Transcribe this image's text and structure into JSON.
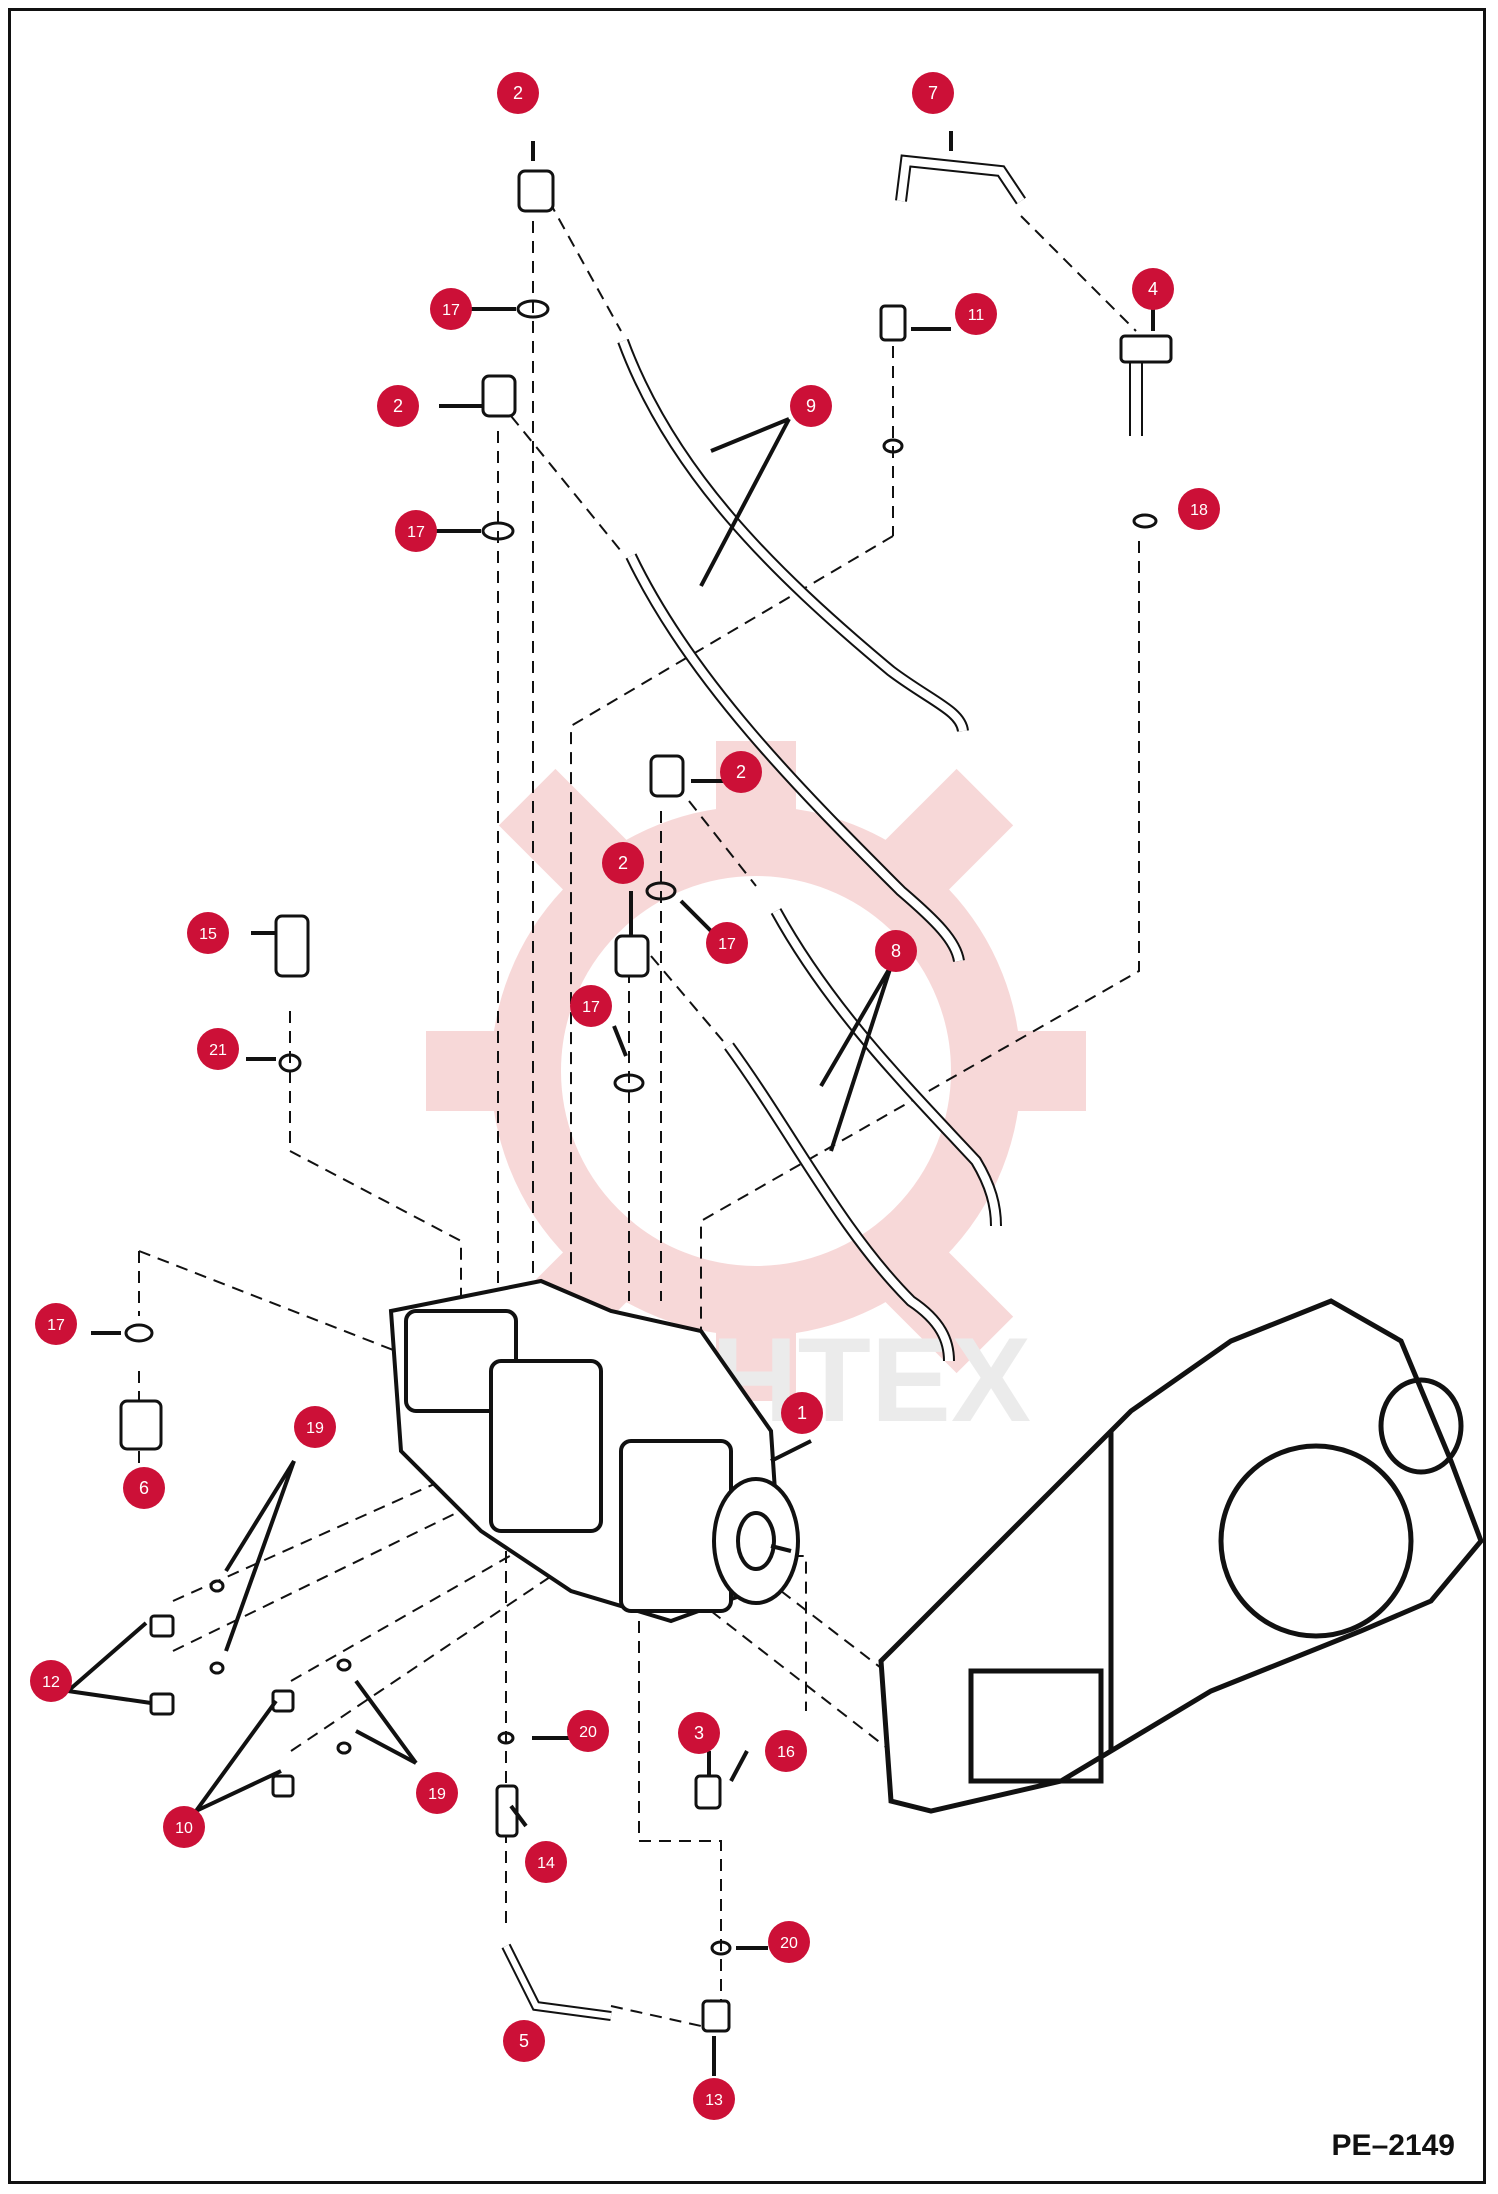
{
  "diagram": {
    "page_code": "PE–2149",
    "watermark": "MHTEX",
    "colors": {
      "callout": "#cc1037",
      "callout_text": "#ffffff",
      "line": "#111111",
      "watermark": "#f3c6c6"
    },
    "callouts": [
      {
        "id": "c2a",
        "label": "2"
      },
      {
        "id": "c7",
        "label": "7"
      },
      {
        "id": "c17a",
        "label": "17"
      },
      {
        "id": "c11",
        "label": "11"
      },
      {
        "id": "c4",
        "label": "4"
      },
      {
        "id": "c9",
        "label": "9"
      },
      {
        "id": "c2b",
        "label": "2"
      },
      {
        "id": "c17b",
        "label": "17"
      },
      {
        "id": "c18",
        "label": "18"
      },
      {
        "id": "c2c",
        "label": "2"
      },
      {
        "id": "c2d",
        "label": "2"
      },
      {
        "id": "c17c",
        "label": "17"
      },
      {
        "id": "c8",
        "label": "8"
      },
      {
        "id": "c15",
        "label": "15"
      },
      {
        "id": "c17d",
        "label": "17"
      },
      {
        "id": "c21",
        "label": "21"
      },
      {
        "id": "c17e",
        "label": "17"
      },
      {
        "id": "c1",
        "label": "1"
      },
      {
        "id": "c19a",
        "label": "19"
      },
      {
        "id": "c6",
        "label": "6"
      },
      {
        "id": "c12",
        "label": "12"
      },
      {
        "id": "c20a",
        "label": "20"
      },
      {
        "id": "c3",
        "label": "3"
      },
      {
        "id": "c16",
        "label": "16"
      },
      {
        "id": "c19b",
        "label": "19"
      },
      {
        "id": "c10",
        "label": "10"
      },
      {
        "id": "c14",
        "label": "14"
      },
      {
        "id": "c20b",
        "label": "20"
      },
      {
        "id": "c5",
        "label": "5"
      },
      {
        "id": "c13",
        "label": "13"
      }
    ]
  }
}
